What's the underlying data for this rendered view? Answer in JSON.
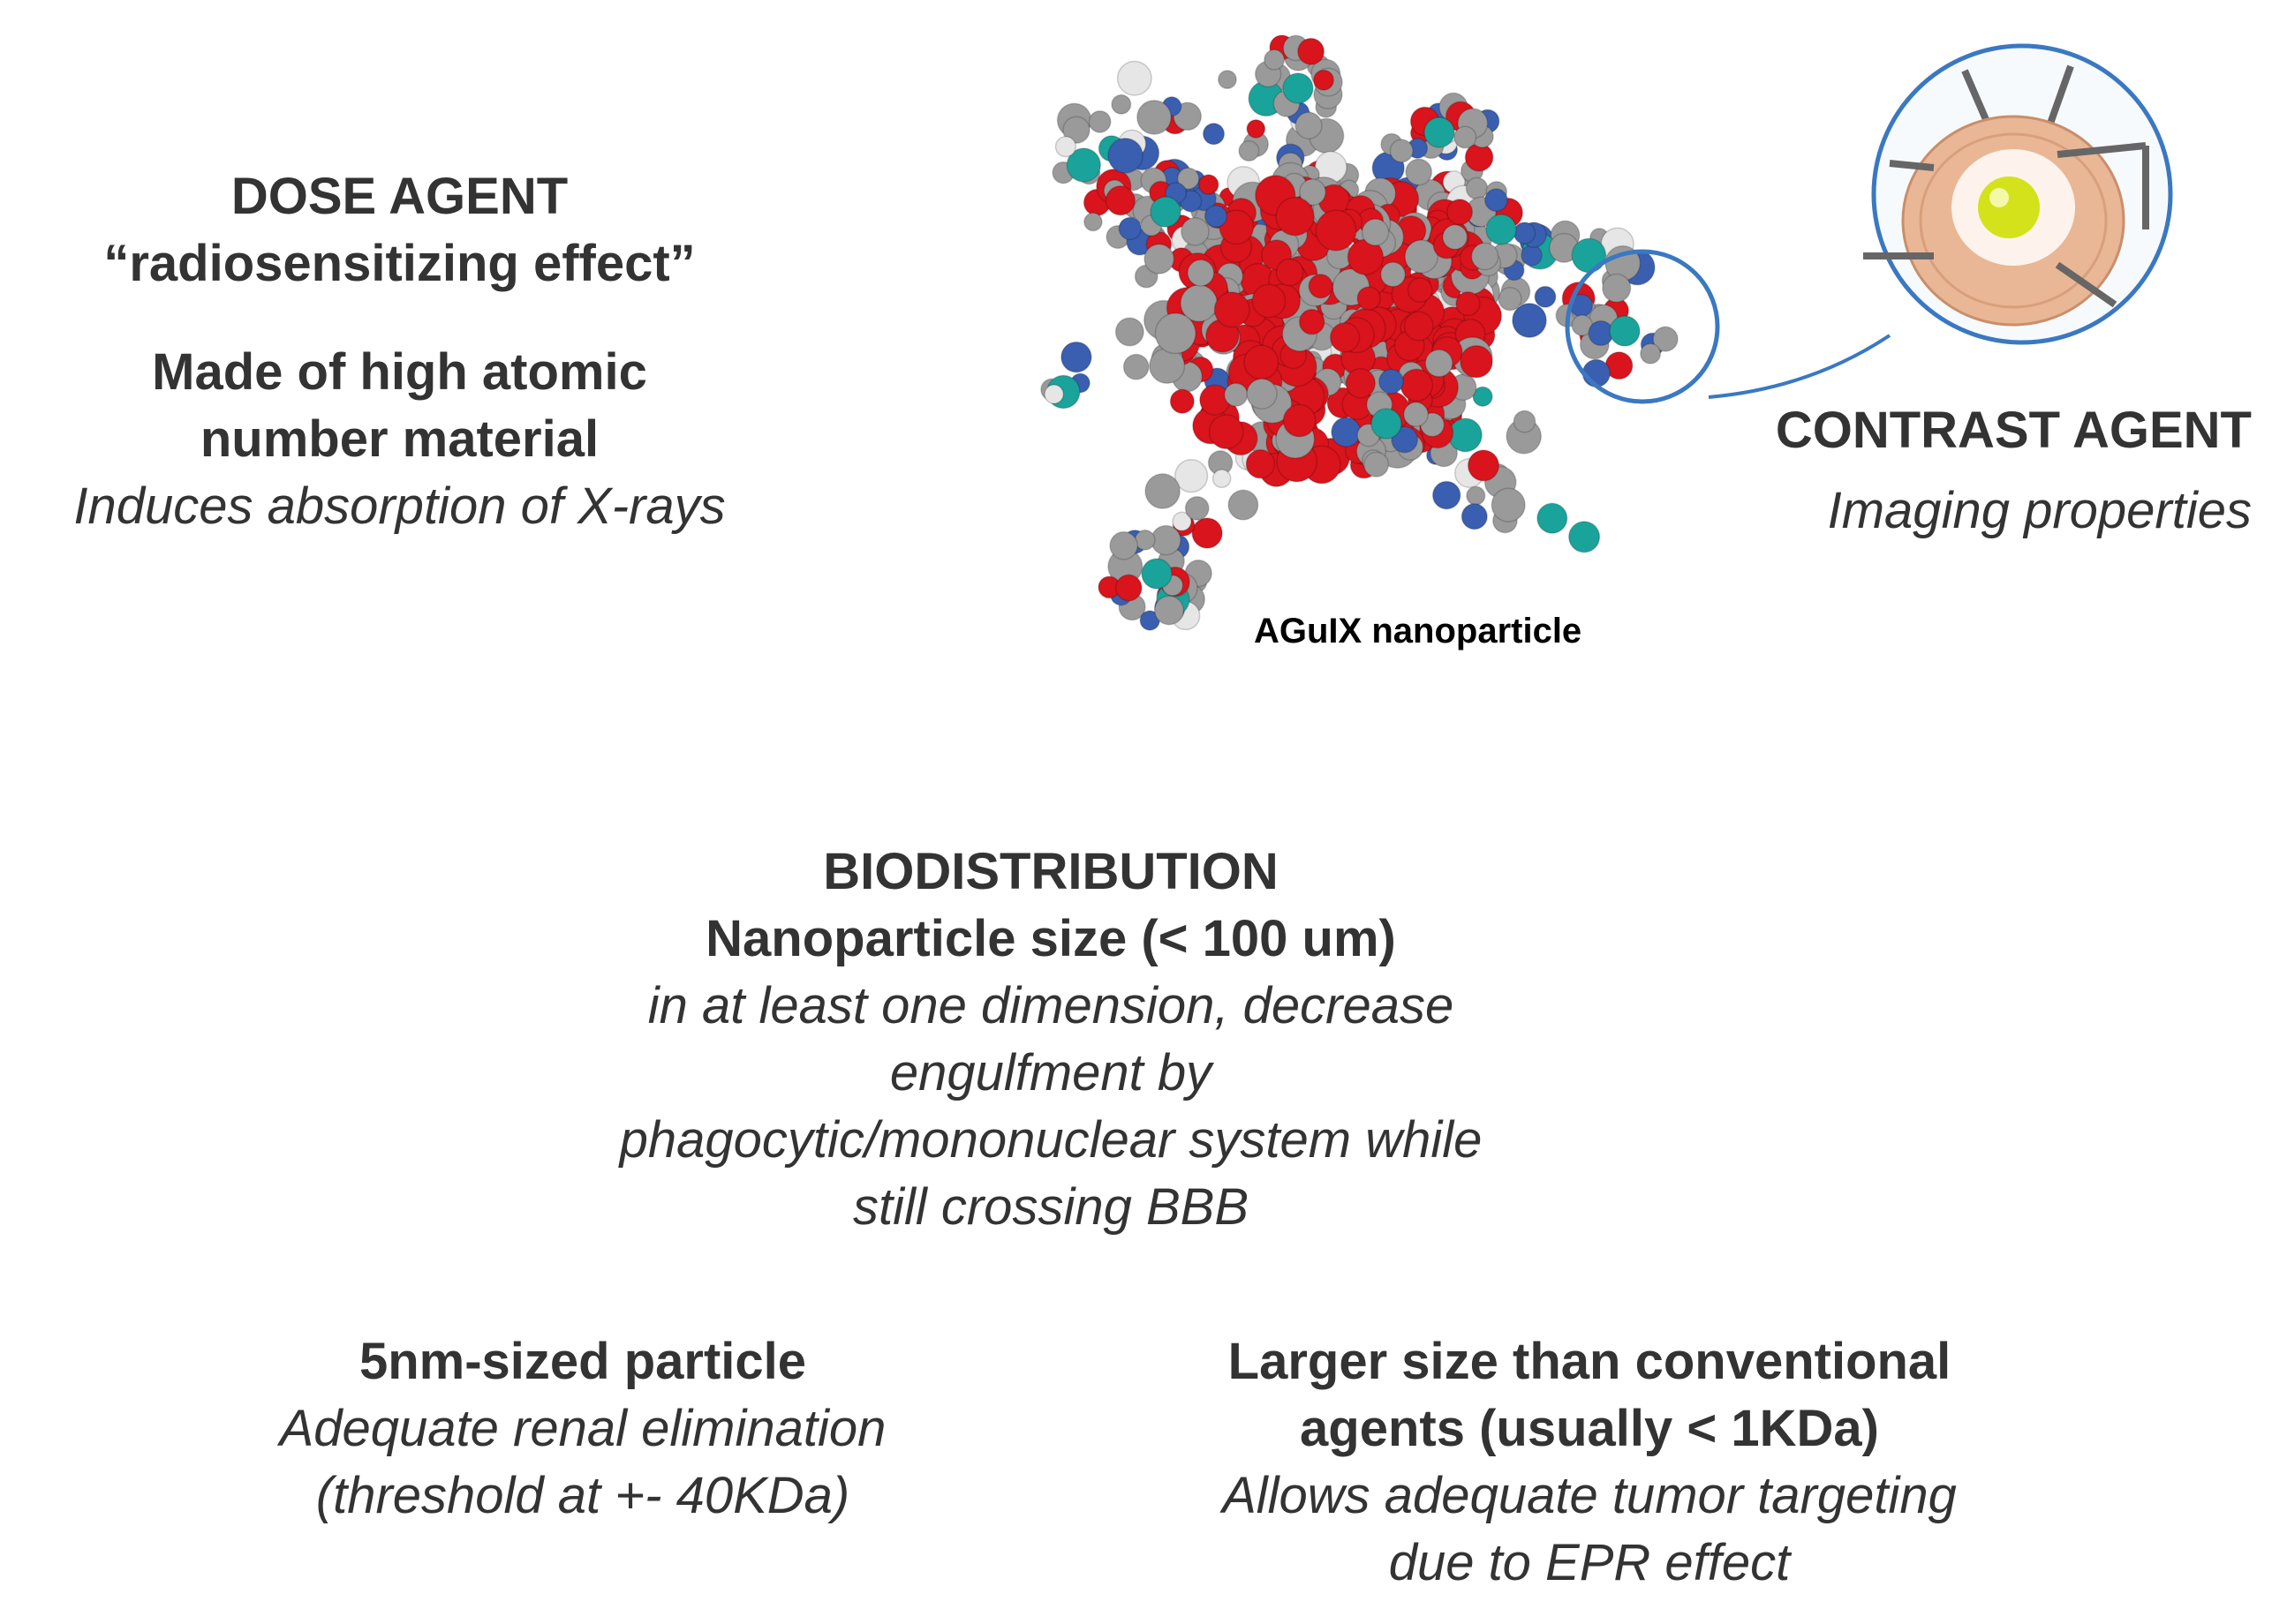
{
  "dose_agent": {
    "title": "DOSE AGENT",
    "subtitle": "“radiosensitizing effect”",
    "line1": "Made of high atomic",
    "line2": "number material",
    "note": "Induces absorption of X-rays"
  },
  "contrast_agent": {
    "title": "CONTRAST AGENT",
    "note": "Imaging properties"
  },
  "nanoparticle": {
    "caption": "AGuIX nanoparticle",
    "colors": {
      "oxygen": "#d9141c",
      "carbon": "#9a9a9a",
      "nitrogen": "#3a5fb0",
      "gadolinium": "#1aa39a",
      "hydrogen": "#e6e6e6",
      "ring": "#e9b796",
      "core": "#d4e21b",
      "callout": "#3a78c2"
    }
  },
  "biodistribution": {
    "title": "BIODISTRIBUTION",
    "subtitle": "Nanoparticle size (< 100 um)",
    "lines": [
      "in at least one dimension, decrease",
      "engulfment by",
      "phagocytic/mononuclear system while",
      "still crossing BBB"
    ]
  },
  "small_particle": {
    "title": "5nm-sized particle",
    "lines": [
      "Adequate renal elimination",
      "(threshold at +- 40KDa)"
    ]
  },
  "large_size": {
    "title_lines": [
      "Larger size than conventional",
      "agents (usually < 1KDa)"
    ],
    "lines": [
      "Allows adequate tumor targeting",
      "due to EPR effect"
    ]
  }
}
